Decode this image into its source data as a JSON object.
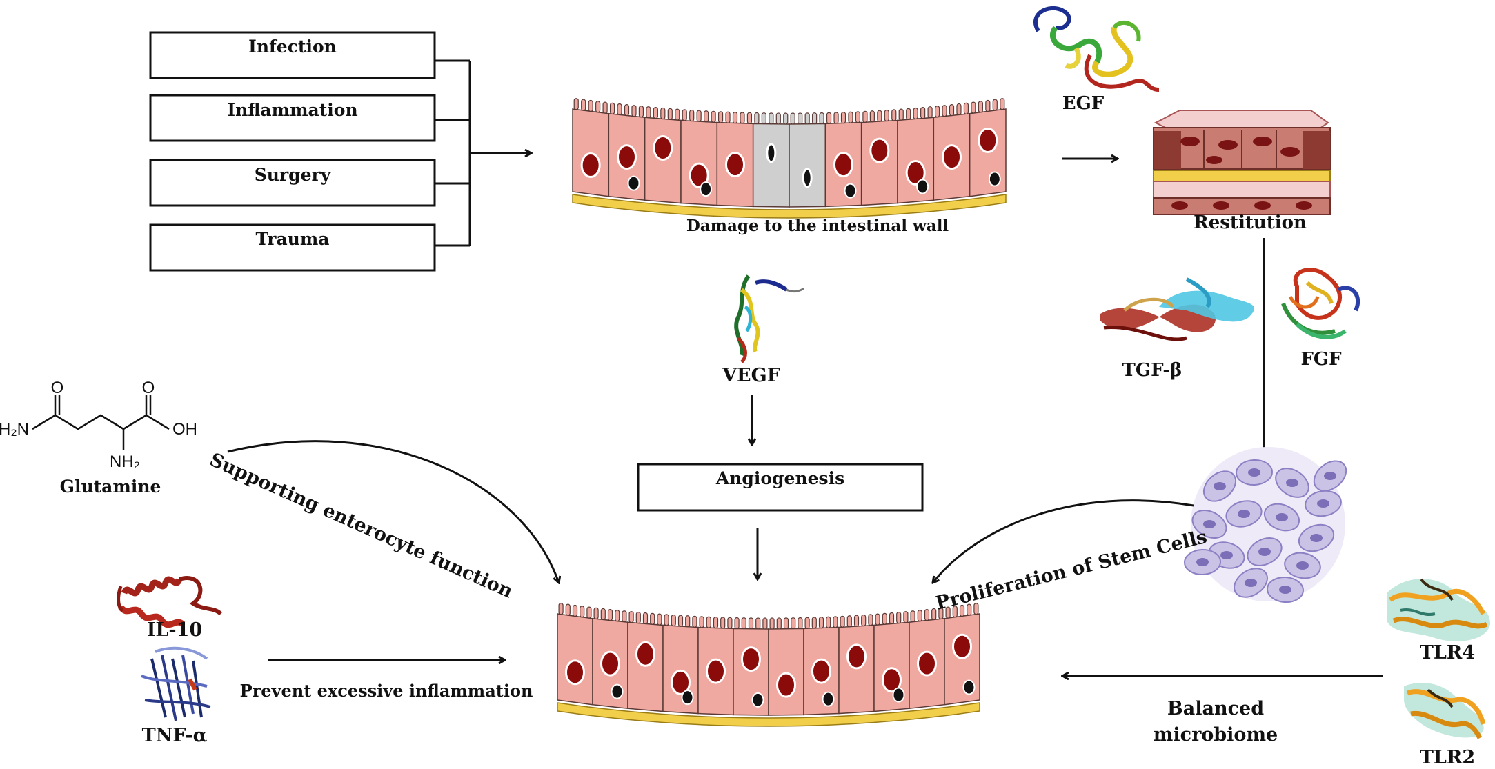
{
  "causes": [
    "Infection",
    "Inflammation",
    "Surgery",
    "Trauma"
  ],
  "labels": {
    "damage": "Damage to the intestinal wall",
    "restitution": "Restitution",
    "egf": "EGF",
    "vegf": "VEGF",
    "tgf": "TGF-β",
    "fgf": "FGF",
    "angiogenesis": "Angiogenesis",
    "glutamine": "Glutamine",
    "supporting": "Supporting enterocyte function",
    "il10": "IL-10",
    "tnf": "TNF-α",
    "prevent": "Prevent excessive inflammation",
    "proliferation": "Proliferation of Stem Cells",
    "tlr4": "TLR4",
    "tlr2": "TLR2",
    "balanced_line1": "Balanced",
    "balanced_line2": "microbiome"
  },
  "chemical_labels": {
    "o_left": "O",
    "o_right": "O",
    "h2n": "H₂N",
    "oh": "OH",
    "nh2": "NH₂"
  },
  "colors": {
    "cell_fill": "#f0a9a0",
    "cell_stroke": "#5a3a36",
    "nucleus": "#8b0a0a",
    "basement": "#f2cf4a",
    "damaged_cell": "#cfcfcf",
    "stem_cell": "#cbc3e6",
    "stem_nucleus": "#7c6fb8"
  }
}
